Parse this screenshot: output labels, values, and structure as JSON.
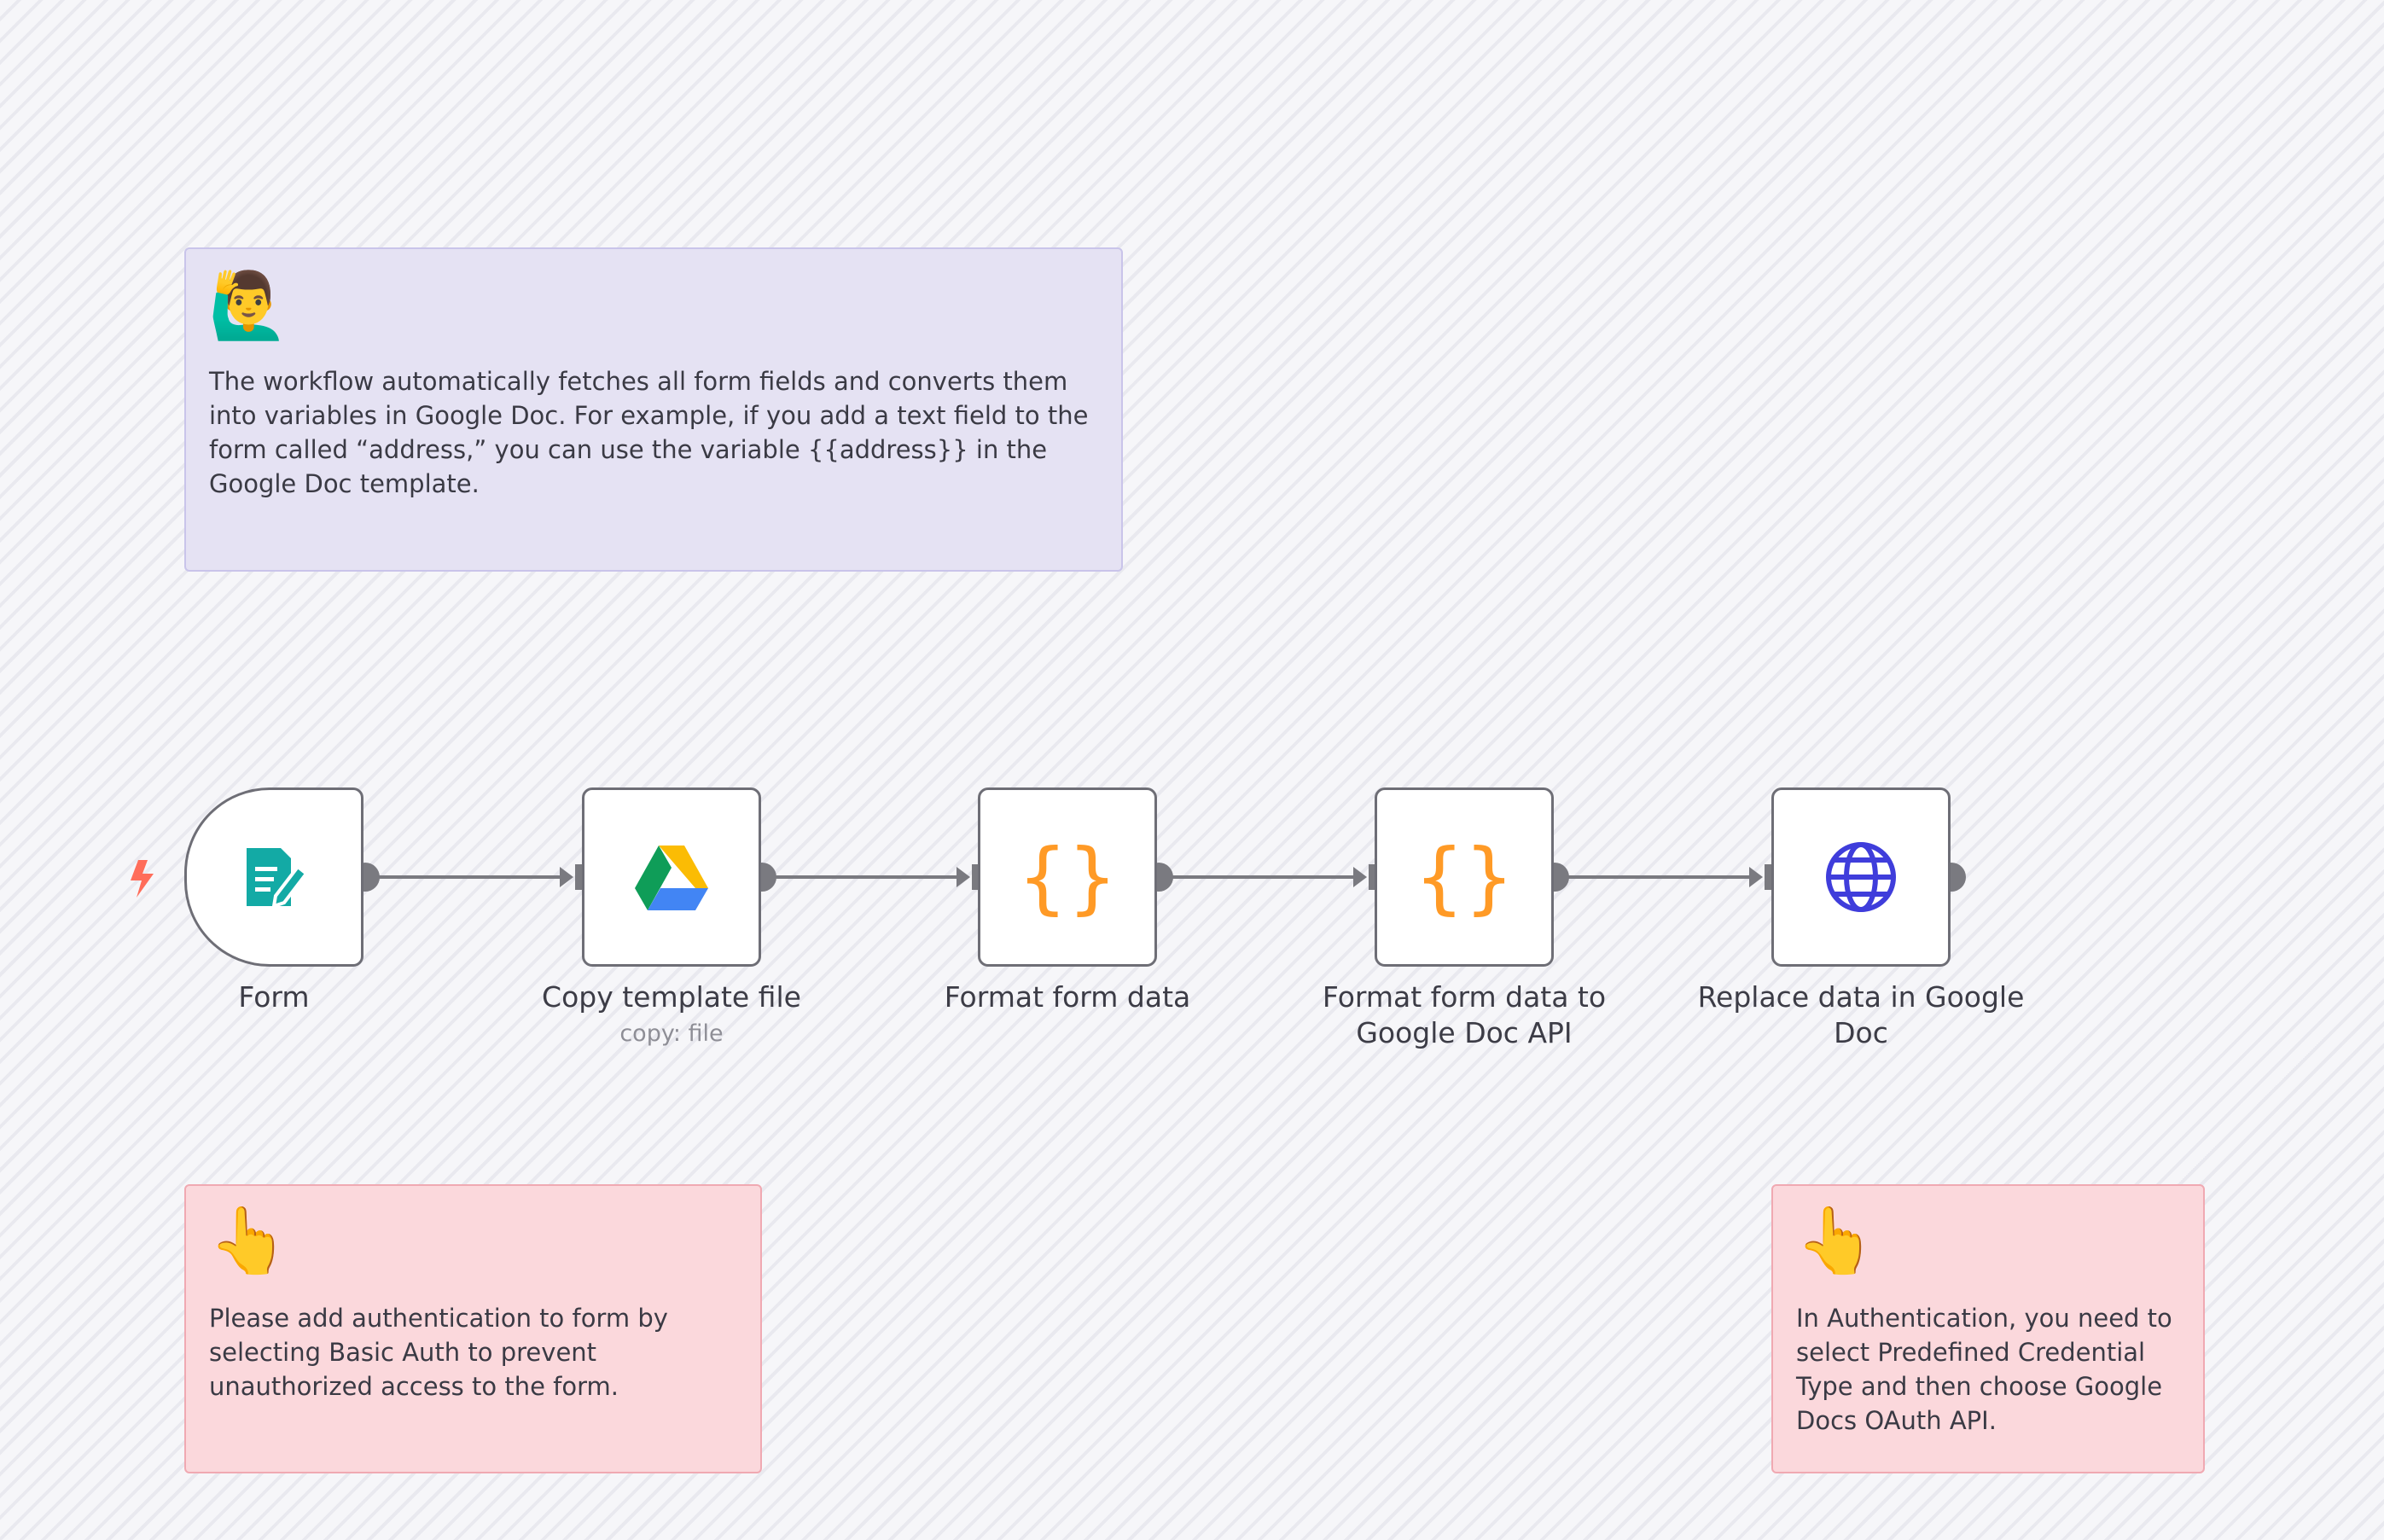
{
  "sticky_notes": [
    {
      "emoji": "🙋‍♂️",
      "text": "The workflow automatically fetches all form fields and converts them into variables in Google Doc. For example, if you add a text field to the form called “address,” you can use the variable {{address}} in the Google Doc template."
    },
    {
      "emoji": "👆",
      "text": "Please add authentication to form by selecting Basic Auth to prevent unauthorized access to the form."
    },
    {
      "emoji": "👆",
      "text": "In Authentication, you need to select Predefined Credential Type and then choose Google Docs OAuth API."
    }
  ],
  "nodes": [
    {
      "label": "Form",
      "sublabel": "",
      "icon": "form-edit-icon"
    },
    {
      "label": "Copy template file",
      "sublabel": "copy: file",
      "icon": "google-drive-icon"
    },
    {
      "label": "Format form data",
      "sublabel": "",
      "icon": "code-braces-icon"
    },
    {
      "label": "Format form data to Google Doc API",
      "sublabel": "",
      "icon": "code-braces-icon"
    },
    {
      "label": "Replace data in Google Doc",
      "sublabel": "",
      "icon": "globe-icon"
    }
  ],
  "colors": {
    "trigger_bolt": "#ff6d5a",
    "form_icon": "#13aaa5",
    "braces": "#ff9a26",
    "globe": "#3f3ddb",
    "connector": "#7a7a80"
  }
}
